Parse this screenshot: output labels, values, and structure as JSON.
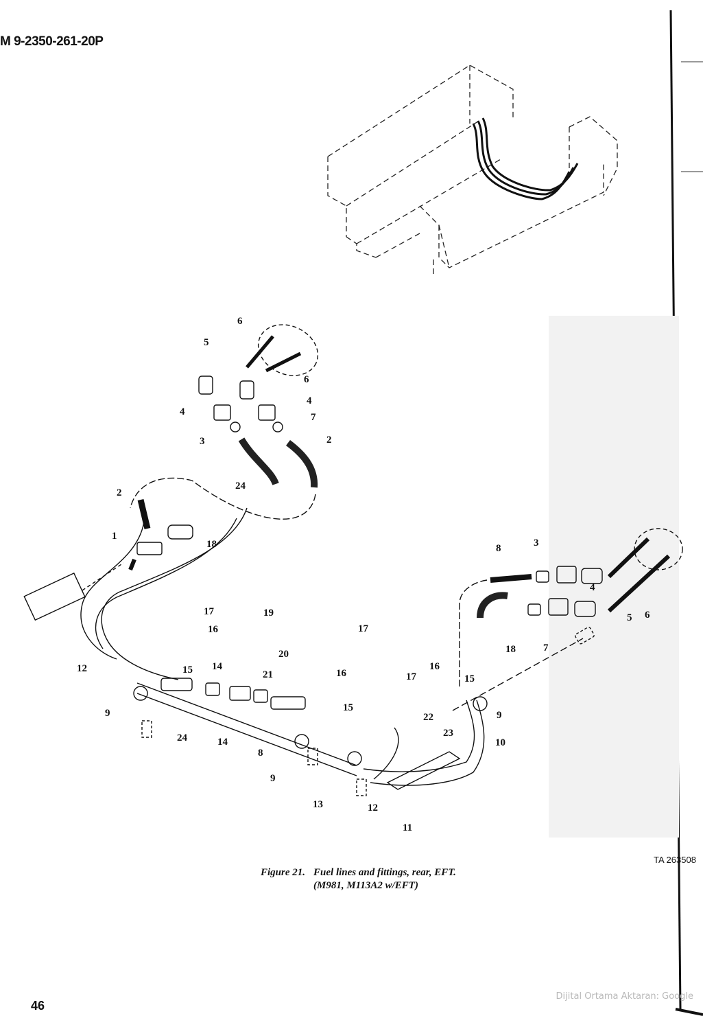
{
  "header": {
    "doc_id": "M 9-2350-261-20P"
  },
  "figure": {
    "caption_number": "Figure 21.",
    "caption_title": "Fuel lines and fittings, rear, EFT.",
    "caption_line2": "(M981, M113A2 w/EFT)",
    "ta_code": "TA 263508",
    "callouts": [
      "6",
      "5",
      "6",
      "4",
      "4",
      "7",
      "3",
      "2",
      "24",
      "2",
      "1",
      "18",
      "17",
      "16",
      "19",
      "20",
      "14",
      "21",
      "12",
      "15",
      "24",
      "9",
      "14",
      "8",
      "17",
      "16",
      "15",
      "9",
      "13",
      "12",
      "11",
      "17",
      "16",
      "15",
      "9",
      "22",
      "23",
      "10",
      "8",
      "3",
      "4",
      "5",
      "6",
      "18",
      "7"
    ]
  },
  "footer": {
    "page_number": "46",
    "watermark": "Dijital Ortama Aktaran: Google"
  }
}
